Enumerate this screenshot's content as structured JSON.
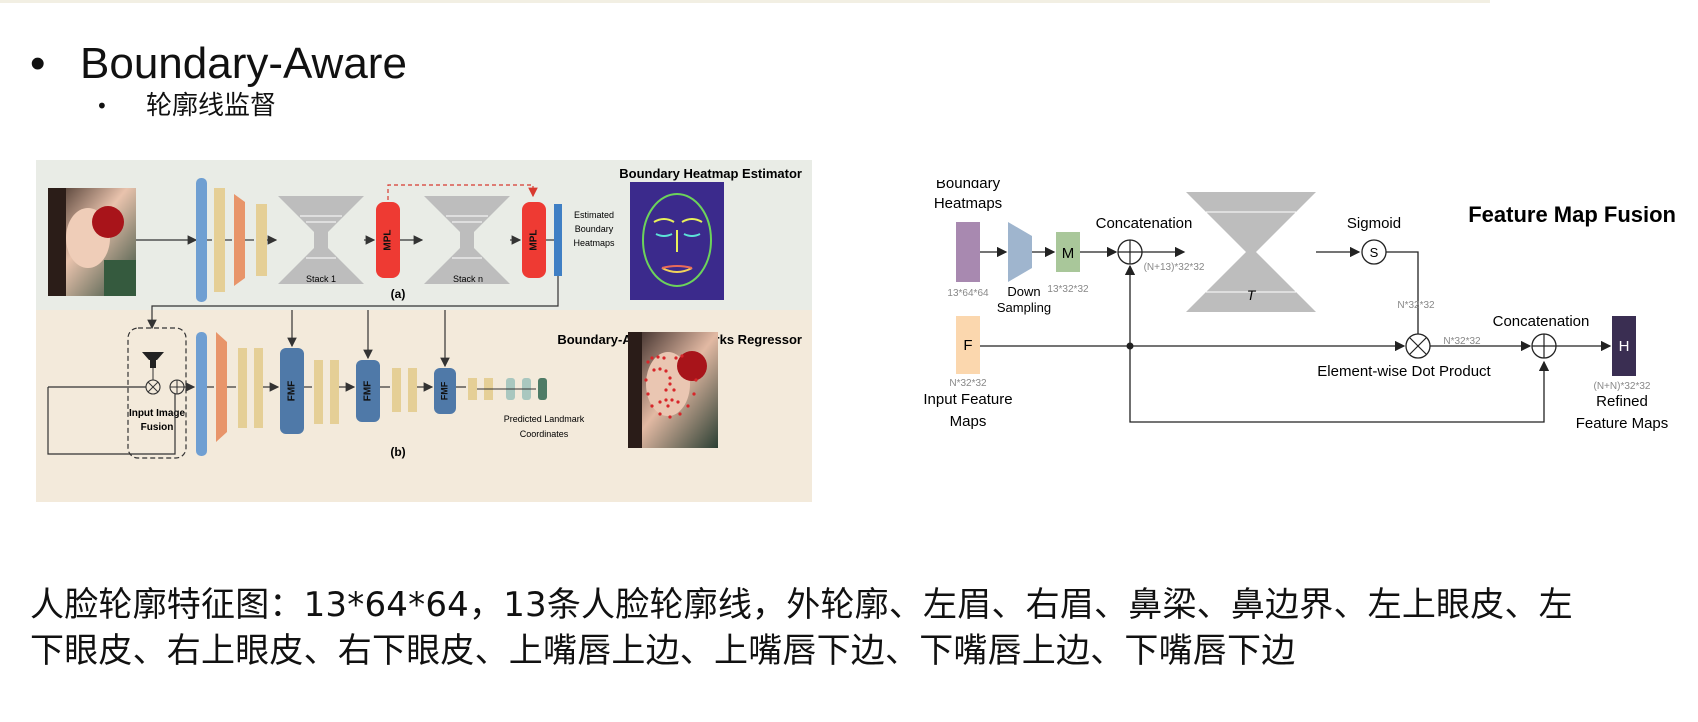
{
  "slide": {
    "title_bullet": "Boundary-Aware",
    "sub_bullet": "轮廓线监督",
    "paragraph_line1": "人脸轮廓特征图：13*64*64，13条人脸轮廓线，外轮廓、左眉、右眉、鼻梁、鼻边界、左上眼皮、左",
    "paragraph_line2": "下眼皮、右上眼皮、右下眼皮、上嘴唇上边、上嘴唇下边、下嘴唇上边、下嘴唇下边"
  },
  "figure_a": {
    "top_panel_title": "Boundary Heatmap Estimator",
    "bottom_panel_title": "Boundary-Aware Landmarks Regressor",
    "stack1_label": "Stack 1",
    "stackn_label": "Stack n",
    "mpl_label": "MPL",
    "estimated_label_1": "Estimated",
    "estimated_label_2": "Boundary",
    "estimated_label_3": "Heatmaps",
    "panel_a_label": "(a)",
    "panel_b_label": "(b)",
    "fmf_label": "FMF",
    "input_fusion_label_1": "Input Image",
    "input_fusion_label_2": "Fusion",
    "predicted_label_1": "Predicted Landmark",
    "predicted_label_2": "Coordinates"
  },
  "figure_b": {
    "title": "Feature Map Fusion",
    "boundary_label_1": "Boundary",
    "boundary_label_2": "Heatmaps",
    "boundary_dim": "13*64*64",
    "down_label_1": "Down",
    "down_label_2": "Sampling",
    "m_label": "M",
    "m_dim": "13*32*32",
    "concat_label_1": "Concatenation",
    "concat_dim_1": "(N+13)*32*32",
    "t_label": "T",
    "sigmoid_label": "Sigmoid",
    "s_label": "S",
    "s_dim": "N*32*32",
    "f_label": "F",
    "f_dim": "N*32*32",
    "input_label_1": "Input Feature",
    "input_label_2": "Maps",
    "dot_label": "Element-wise Dot Product",
    "dot_dim": "N*32*32",
    "concat_label_2": "Concatenation",
    "h_label": "H",
    "h_dim": "(N+N)*32*32",
    "refined_label_1": "Refined",
    "refined_label_2": "Feature Maps"
  },
  "colors": {
    "panel_top_bg": "#e9ece6",
    "panel_bottom_bg": "#f3eadb",
    "blue_block": "#6f9fd2",
    "tan_block": "#e5cf96",
    "orange_block": "#e8956a",
    "gray_hourglass": "#bdbdbd",
    "mpl_red": "#ee3a33",
    "fmf_blue": "#4f79a8",
    "heatmap_purple": "#a889b0",
    "downsample_blue": "#9fb5ce",
    "m_green": "#a9c79a",
    "f_peach": "#fbd7ae",
    "h_dark": "#3a2e52"
  },
  "icons": [
    "face-photo",
    "face-landmark-photo",
    "heatmap-image"
  ]
}
